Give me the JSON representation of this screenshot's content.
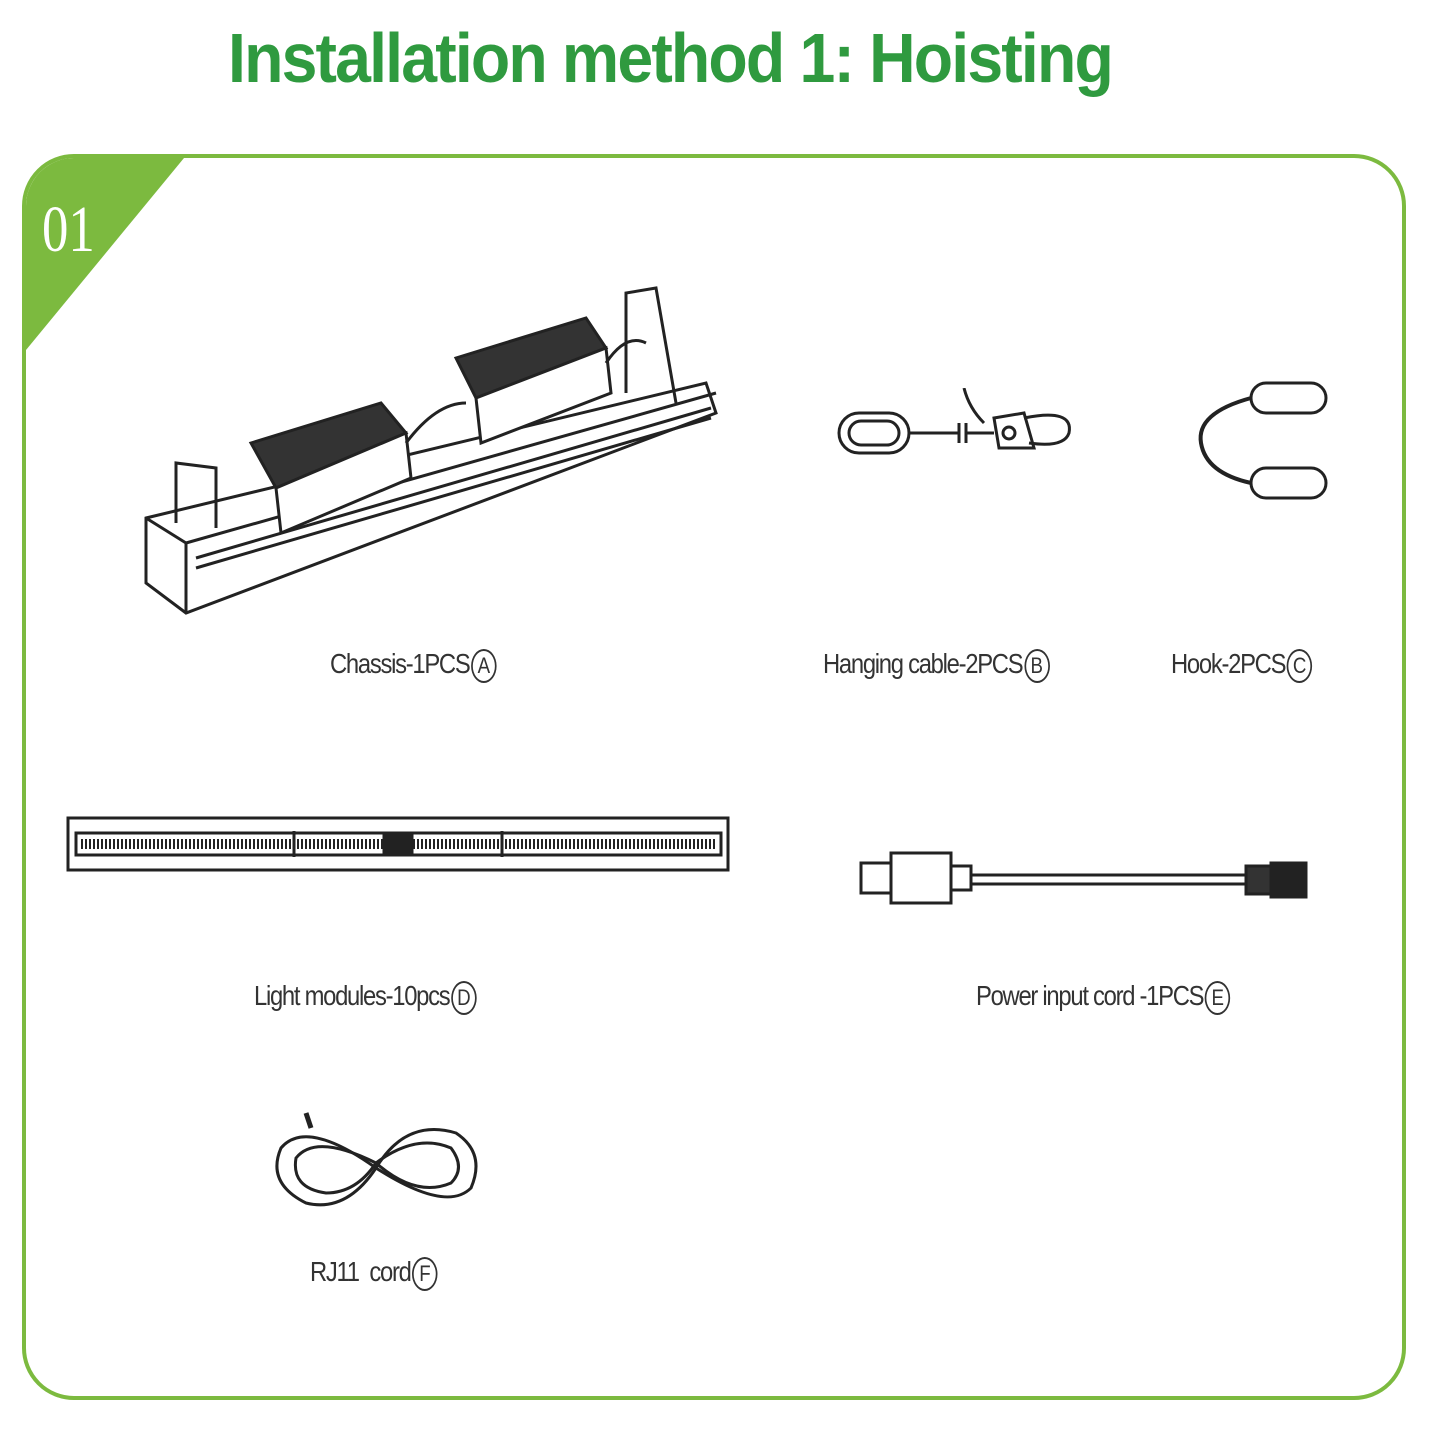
{
  "title": "Installation method 1: Hoisting",
  "step_number": "01",
  "accent_color": "#7cba3f",
  "title_color": "#2f9a3f",
  "items": [
    {
      "name": "Chassis-1PCS",
      "letter": "A"
    },
    {
      "name": "Hanging cable-2PCS",
      "letter": "B"
    },
    {
      "name": "Hook-2PCS",
      "letter": "C"
    },
    {
      "name": "Light modules-10pcs",
      "letter": "D"
    },
    {
      "name": "Power input cord -1PCS",
      "letter": "E"
    },
    {
      "name": "RJ11  cord",
      "letter": "F"
    }
  ]
}
